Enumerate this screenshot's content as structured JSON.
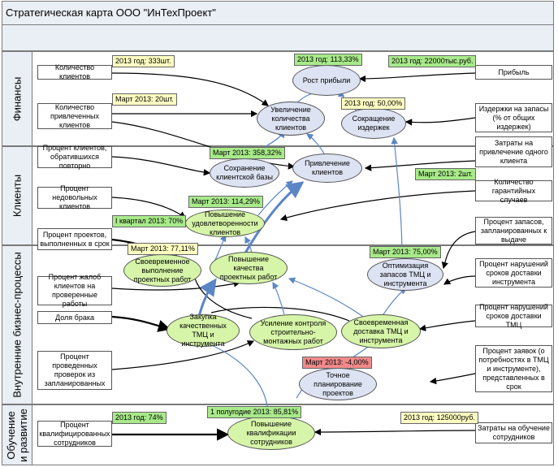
{
  "title": "Стратегическая карта ООО \"ИнТехПроект\"",
  "sections": {
    "finance": "Финансы",
    "clients": "Клиенты",
    "processes": "Внутренние бизнес-процессы",
    "learning_line1": "Обучение",
    "learning_line2": "и развитие"
  },
  "boxes": {
    "client_count": "Количество клиентов",
    "attracted_clients": "Количество привлеченных клиентов",
    "profit": "Прибыль",
    "inventory_costs": "Издержки на запасы (% от общих издержек)",
    "repeat_clients": "Процент клиентов, обратившихся повторно",
    "client_acq_costs": "Затраты на привлечение одного клиента",
    "unhappy_clients": "Процент недовольных клиентов",
    "warranty_cases": "Количество гарантийных случаев",
    "projects_on_time": "Процент проектов, выполненных в срок",
    "stock_percent": "Процент запасов, запланированных к выдаче",
    "complaints_percent": "Процент жалоб клиентов на проверенные работы",
    "delivery_violations": "Процент нарушений сроков доставки инструмента",
    "defect_share": "Доля брака",
    "delivery_violations2": "Процент нарушений сроков доставки ТМЦ",
    "unplanned_checks": "Процент проведенных проверок из запланированных",
    "requests_percent": "Процент заявок (о потребностях в ТМЦ и инструменте), представленных в срок",
    "qualified_staff": "Процент квалифицированных сотрудников",
    "training_costs": "Затраты на обучение сотрудников"
  },
  "goals": {
    "profit_growth": "Рост прибыли",
    "client_growth": "Увеличение количества клиентов",
    "cost_cut": "Сокращение издержек",
    "retention": "Сохранение клиентской базы",
    "attract": "Привлечение клиентов",
    "satisfaction": "Повышение удовлетворенности клиентов",
    "timely": "Своевременное выполнение проектных работ",
    "quality": "Повышение качества проектных работ",
    "optimize_stock": "Оптимизация запасов ТМЦ и инструмента",
    "purchase": "Закупка качественных ТМЦ и инструмента",
    "control": "Усиление контроля строительно-монтажных работ",
    "delivery": "Своевременная доставка ТМЦ и инструмента",
    "planning": "Точное планирование проектов",
    "qualification": "Повышение квалификации сотрудников"
  },
  "tags": {
    "t_clients": "2013 год: 333шт.",
    "t_attracted": "Март 2013: 20шт.",
    "t_profit_growth": "2013 год: 113,33%",
    "t_profit": "2013 год: 22000тыс.руб.",
    "t_cost": "2013 год: 50,00%",
    "t_retention": "Март 2013: 358,32%",
    "t_warranty": "Март 2013: 2шт.",
    "t_satisfaction": "Март 2013: 114,29%",
    "t_quarter": "I квартал 2013: 70%",
    "t_timely": "Март 2013: 77,11%",
    "t_stock": "Март 2013: 75,00%",
    "t_planning": "Март 2013: -4,00%",
    "t_qualified": "2013 год: 74%",
    "t_halfyear": "1 полугодие 2013: 85,81%",
    "t_training": "2013 год: 125000руб."
  }
}
